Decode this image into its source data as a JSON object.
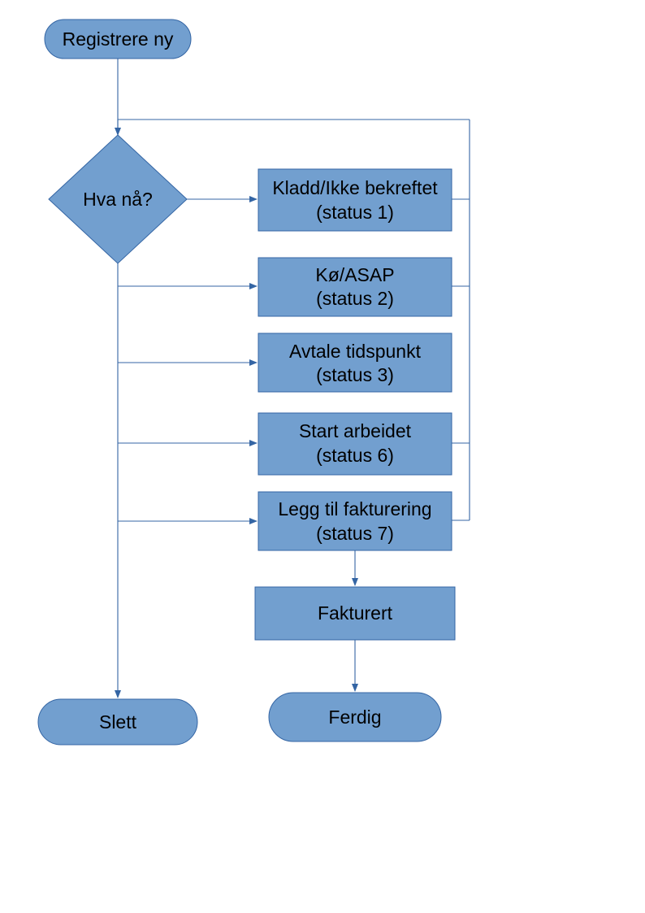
{
  "diagram": {
    "start": "Registrere ny",
    "decision": "Hva nå?",
    "status1": [
      "Kladd/Ikke bekreftet",
      "(status 1)"
    ],
    "status2": [
      "Kø/ASAP",
      "(status 2)"
    ],
    "status3": [
      "Avtale tidspunkt",
      "(status 3)"
    ],
    "status6": [
      "Start arbeidet",
      "(status 6)"
    ],
    "status7": [
      "Legg til fakturering",
      "(status 7)"
    ],
    "invoiced": "Fakturert",
    "delete": "Slett",
    "done": "Ferdig"
  },
  "colors": {
    "fill": "#729fcf",
    "stroke": "#3465a4",
    "text": "#000000"
  }
}
